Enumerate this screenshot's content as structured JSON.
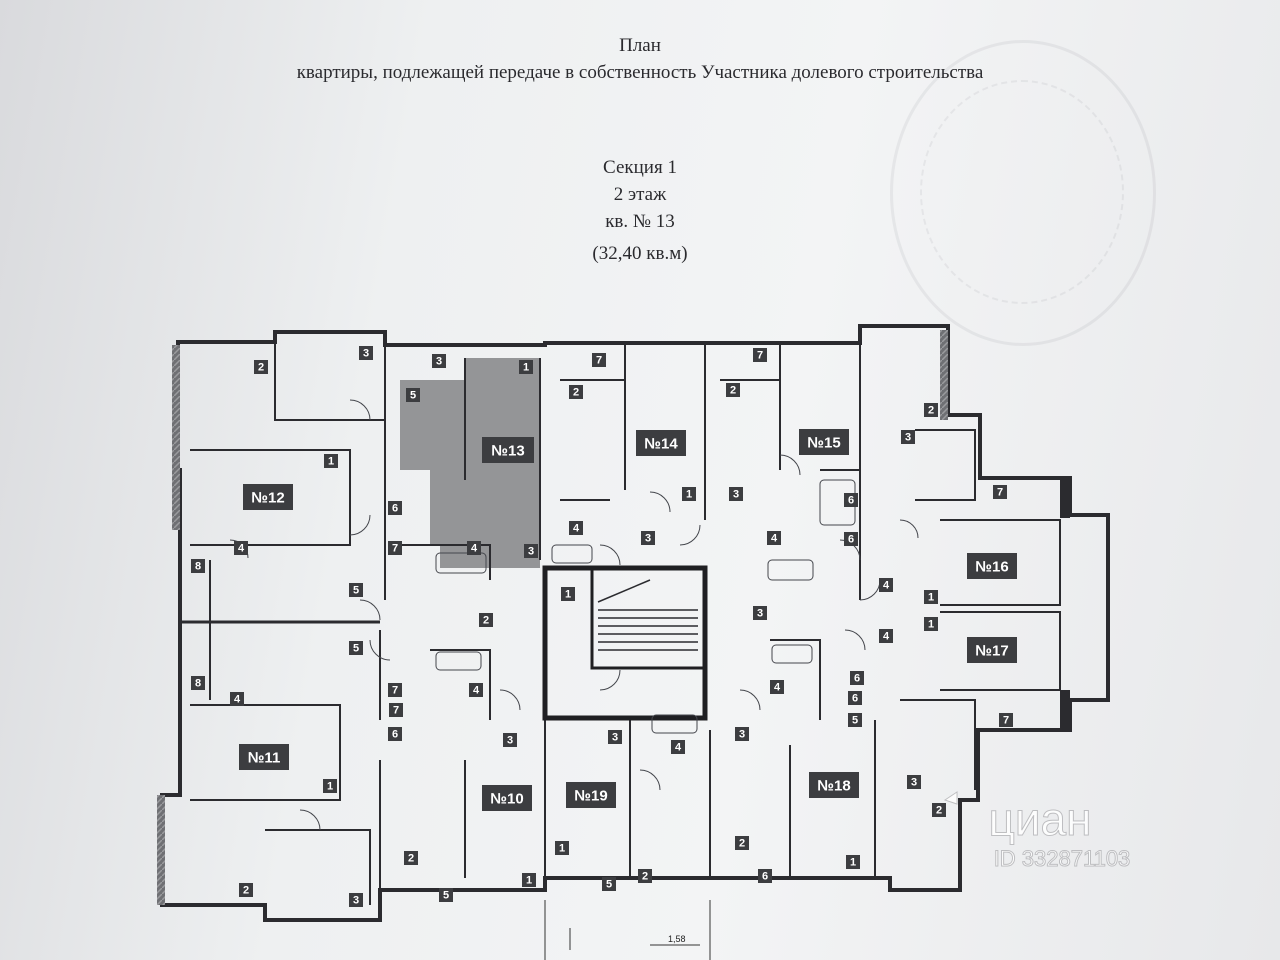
{
  "header": {
    "line1": "План",
    "line2": "квартиры, подлежащей передаче в собственность Участника долевого строительства",
    "section": "Секция  1",
    "floor": "2 этаж",
    "apartment": "кв. № 13",
    "area": "(32,40 кв.м)"
  },
  "plan": {
    "apartments": [
      "№13",
      "№14",
      "№15",
      "№16",
      "№17",
      "№18",
      "№19",
      "№10",
      "№11",
      "№12"
    ],
    "highlighted_apartment": "№13",
    "highlight_color": "#8a8b8d",
    "label_color": "#3c3d40",
    "room_labels": [
      "1",
      "2",
      "3",
      "4",
      "5",
      "6",
      "7",
      "8"
    ],
    "dimension": "1,58"
  },
  "watermark": {
    "brand": "циан",
    "id": "ID 332871103"
  }
}
